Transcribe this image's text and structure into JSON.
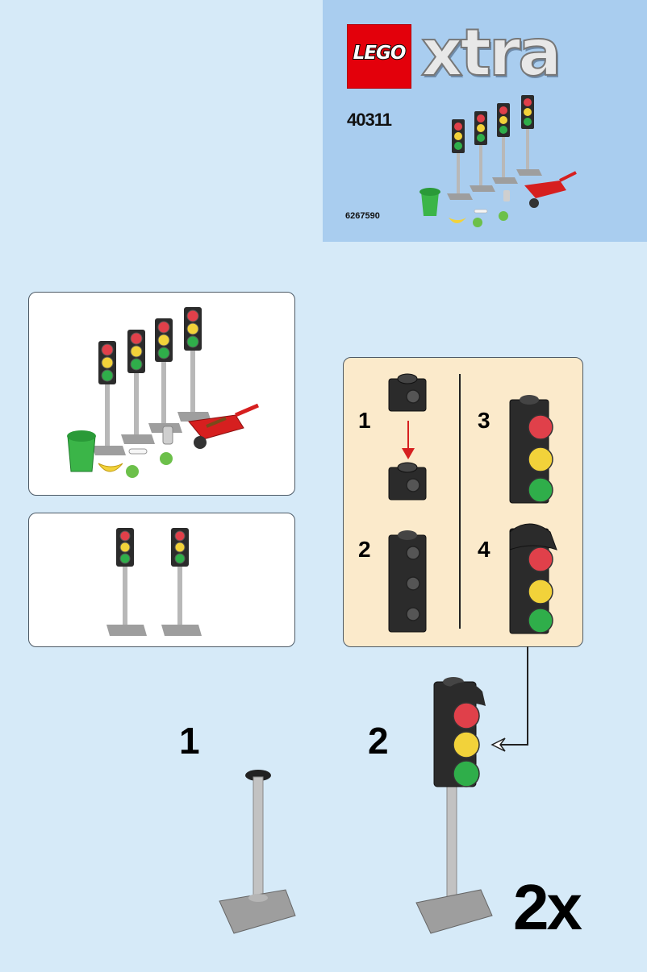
{
  "header": {
    "brand_logo_text": "LEGO",
    "product_line": "xtra",
    "set_number": "40311",
    "booklet_code": "6267590"
  },
  "steps": {
    "step_1": "1",
    "step_2": "2",
    "multiplier": "2x"
  },
  "substeps": [
    "1",
    "2",
    "3",
    "4"
  ],
  "colors": {
    "background": "#d6eaf8",
    "header_panel": "#a9cdef",
    "inset_box": "#fbeacb",
    "lego_red": "#e3000b",
    "signal_red": "#e0404a",
    "signal_yellow": "#f2d23a",
    "signal_green": "#2fae4a",
    "arrow_red": "#d62020"
  },
  "icons": [
    "traffic-light-model",
    "lamp-post",
    "trash-can",
    "wheelbarrow",
    "banana",
    "bone",
    "bottle",
    "leaves",
    "black-brick"
  ]
}
